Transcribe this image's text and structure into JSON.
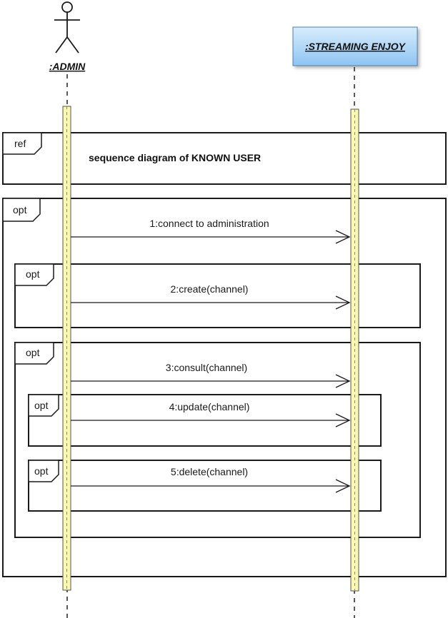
{
  "actor": {
    "name": ":ADMIN"
  },
  "object": {
    "name": ":STREAMING ENJOY"
  },
  "colors": {
    "activation_fill": "#fbf8b0",
    "object_box_top": "#cfe6fb",
    "object_box_bottom": "#8cc3f2"
  },
  "ref_fragment": {
    "operator": "ref",
    "text": "sequence diagram of KNOWN USER"
  },
  "fragments": {
    "outer_opt": "opt",
    "create_opt": "opt",
    "consult_opt": "opt",
    "update_opt": "opt",
    "delete_opt": "opt"
  },
  "messages": [
    {
      "num": 1,
      "label": "1:connect to administration"
    },
    {
      "num": 2,
      "label": "2:create(channel)"
    },
    {
      "num": 3,
      "label": "3:consult(channel)"
    },
    {
      "num": 4,
      "label": "4:update(channel)"
    },
    {
      "num": 5,
      "label": "5:delete(channel)"
    }
  ]
}
